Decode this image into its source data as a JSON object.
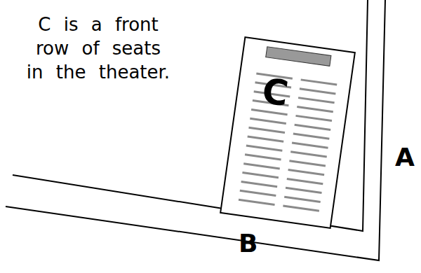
{
  "diagram": {
    "nodes": [
      {
        "text": [
          "C"
        ]
      }
    ],
    "labels": [
      "C is a front row of seats in the theater.",
      "A",
      "B"
    ]
  }
}
